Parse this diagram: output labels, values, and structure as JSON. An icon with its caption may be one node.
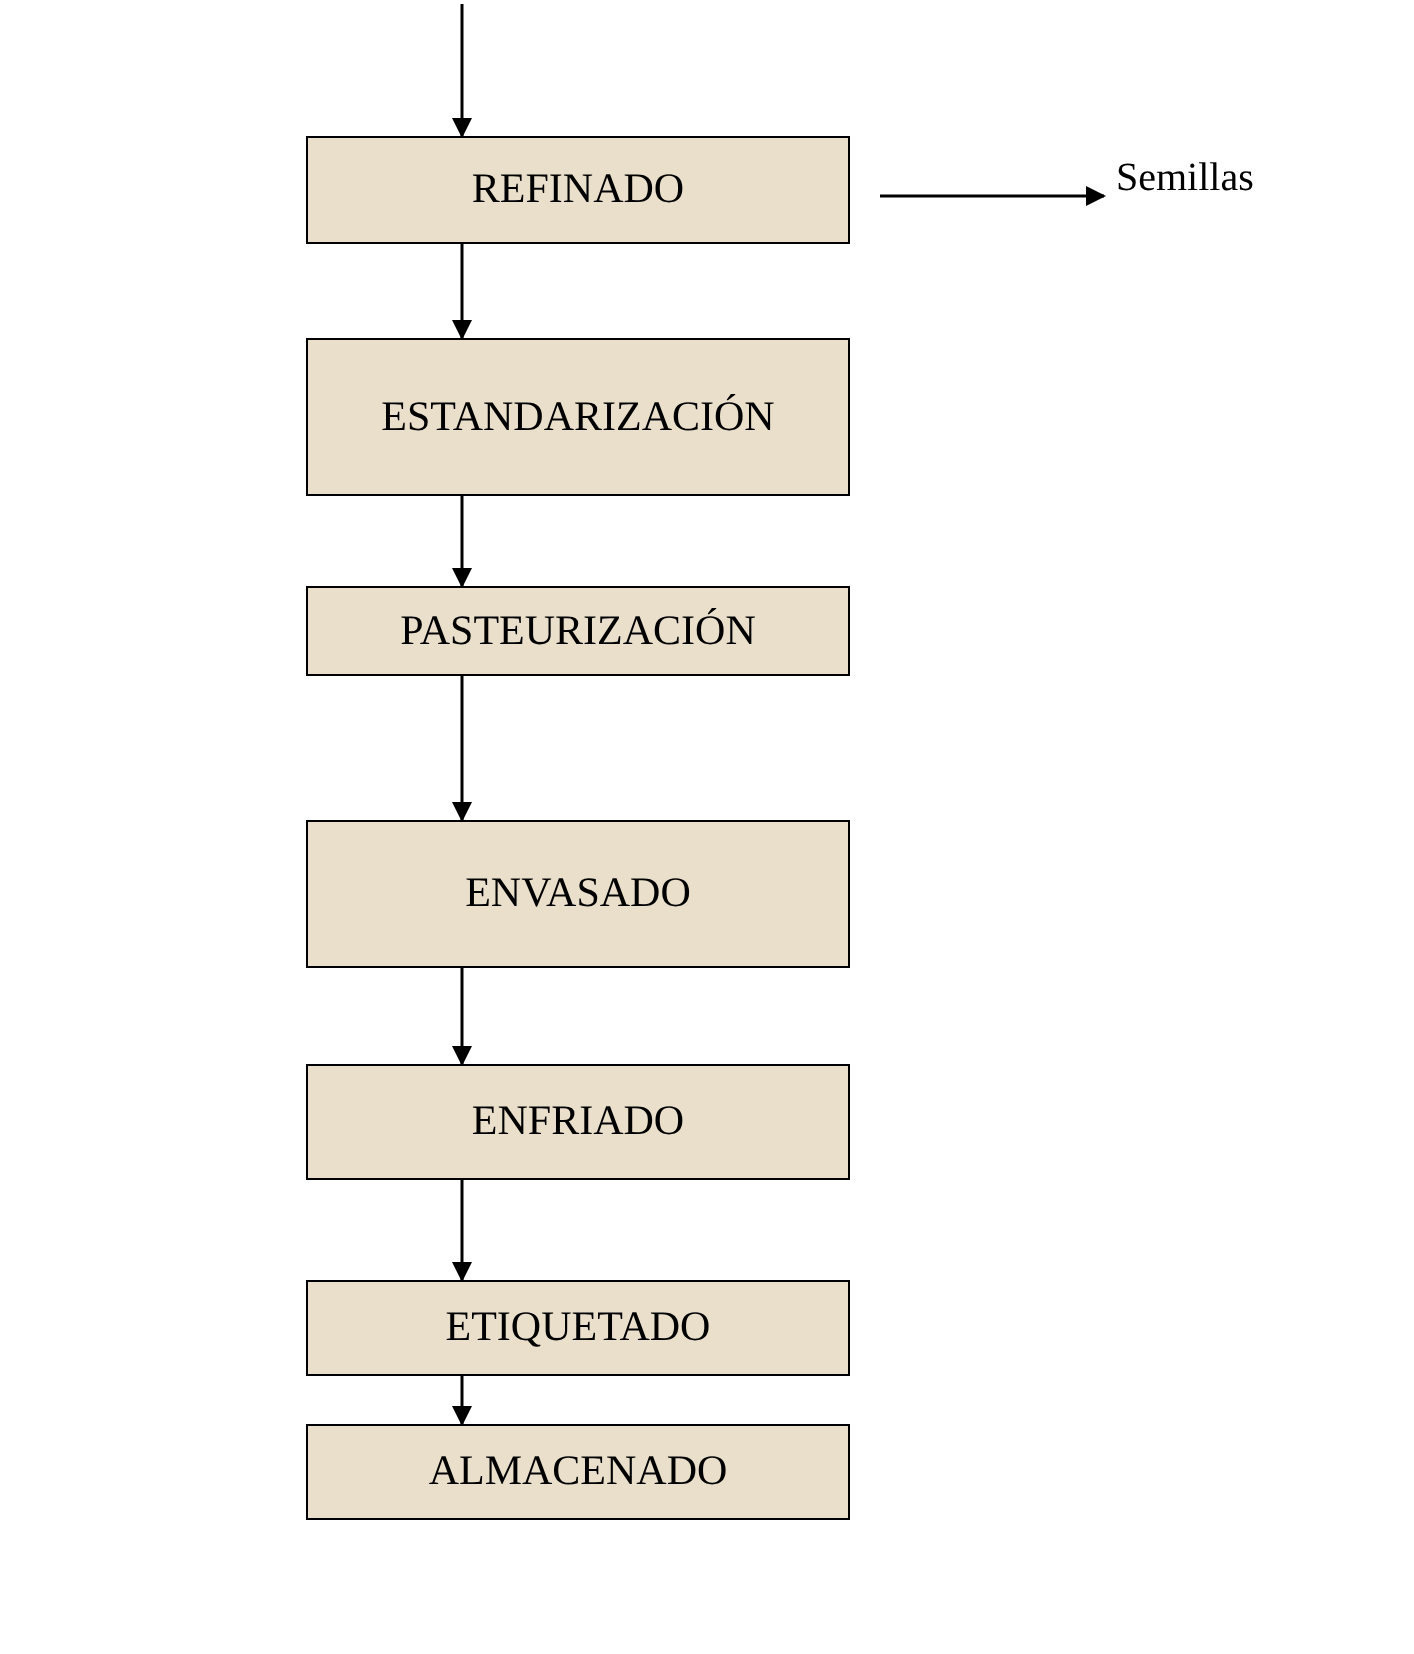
{
  "diagram": {
    "nodes": [
      {
        "text": [
          "REFINADO"
        ]
      },
      {
        "text": [
          "ESTANDARIZACIÓN"
        ]
      },
      {
        "text": [
          "PASTEURIZACIÓN"
        ]
      },
      {
        "text": [
          "ENVASADO"
        ]
      },
      {
        "text": [
          "ENFRIADO"
        ]
      },
      {
        "text": [
          "ETIQUETADO"
        ]
      },
      {
        "text": [
          "ALMACENADO"
        ]
      },
      {
        "text": [
          "Semillas"
        ]
      }
    ],
    "edges": [
      {
        "from": null,
        "to": 0,
        "arrow": "to"
      },
      {
        "from": 0,
        "to": 1,
        "arrow": "to"
      },
      {
        "from": 1,
        "to": 2,
        "arrow": "to"
      },
      {
        "from": 2,
        "to": 3,
        "arrow": "to"
      },
      {
        "from": 3,
        "to": 4,
        "arrow": "to"
      },
      {
        "from": 4,
        "to": 5,
        "arrow": "to"
      },
      {
        "from": 5,
        "to": 6,
        "arrow": "to"
      },
      {
        "from": null,
        "to": 7,
        "arrow": "to"
      }
    ]
  }
}
